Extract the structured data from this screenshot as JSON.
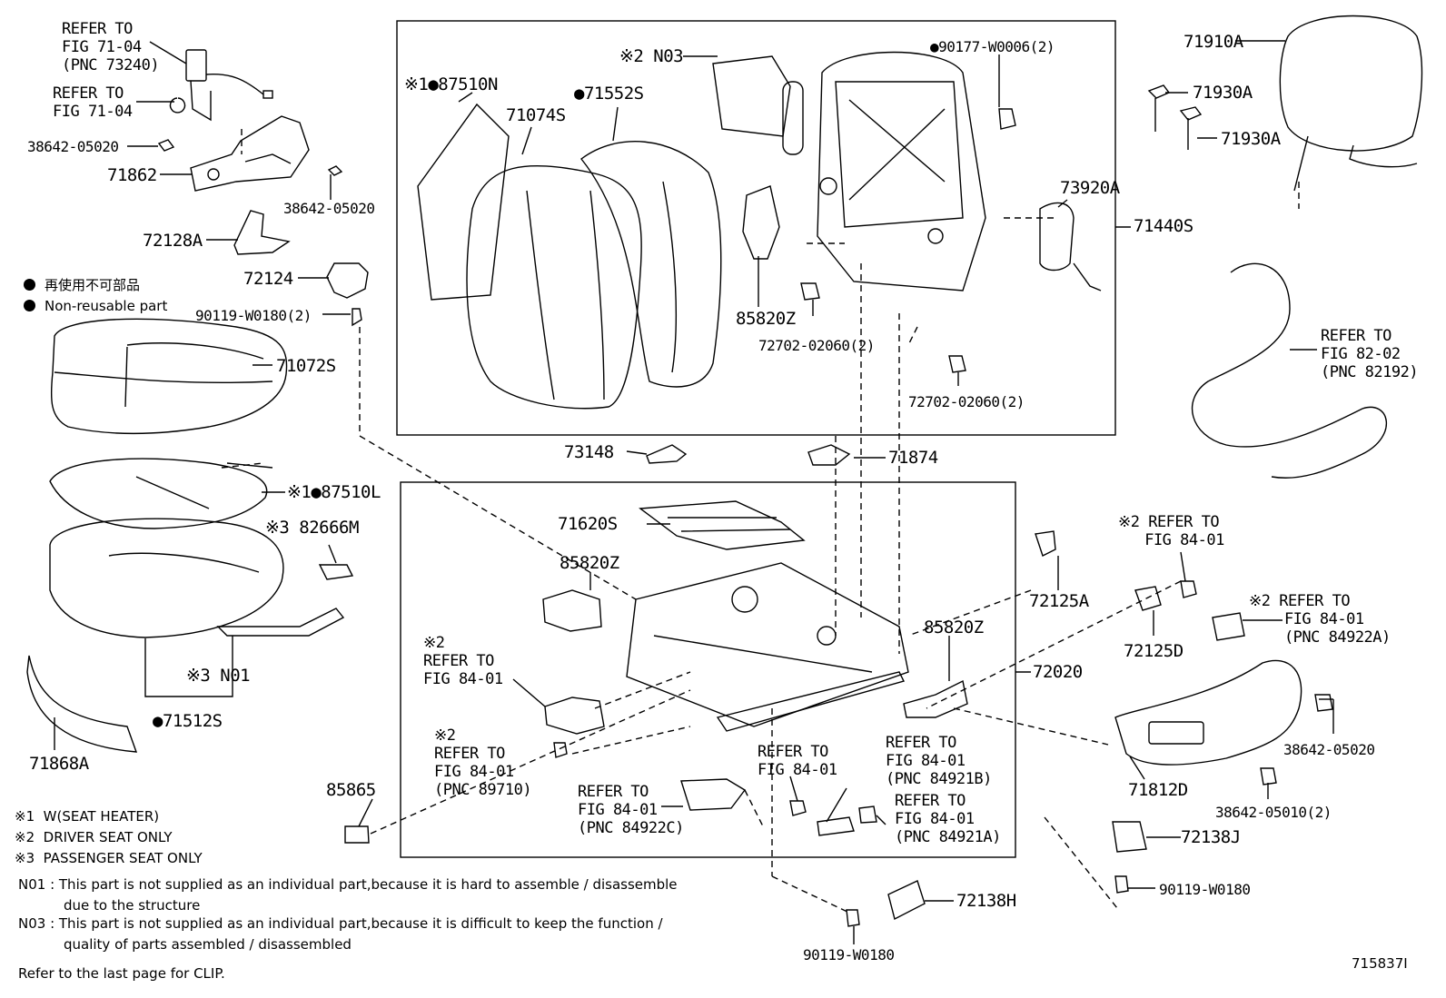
{
  "diagram_id": "715837I",
  "legend": {
    "jp": "再使用不可部品",
    "en": "Non-reusable part"
  },
  "notes": {
    "x1": "※1  W(SEAT HEATER)",
    "x2": "※2  DRIVER SEAT ONLY",
    "x3": "※3  PASSENGER SEAT ONLY",
    "n01_line1": "N01 : This part is not supplied as an individual part,because it is hard to assemble / disassemble",
    "n01_line2": "due to the structure",
    "n03_line1": "N03 : This part is not supplied as an individual part,because it is difficult to keep the function /",
    "n03_line2": "quality of parts assembled / disassembled",
    "clip": "Refer to the last page for CLIP."
  },
  "labels": {
    "ref_73240": "REFER TO\nFIG 71-04\n(PNC 73240)",
    "ref_7104": "REFER TO\nFIG 71-04",
    "p38642_05020_a": "38642-05020",
    "p71862": "71862",
    "p38642_05020_b": "38642-05020",
    "p72128A": "72128A",
    "p72124": "72124",
    "p90119_W0180_2": "90119-W0180(2)",
    "p71072S": "71072S",
    "p87510L": "※1●87510L",
    "p82666M": "※3 82666M",
    "pN01": "※3 N01",
    "p71512S": "●71512S",
    "p71868A": "71868A",
    "p87510N": "※1●87510N",
    "p71074S": "71074S",
    "p71552S": "●71552S",
    "pN03": "※2 N03",
    "p90177": "●90177-W0006(2)",
    "p73920A": "73920A",
    "p71440S": "71440S",
    "p85820Z_a": "85820Z",
    "p72702_a": "72702-02060(2)",
    "p72702_b": "72702-02060(2)",
    "p71910A": "71910A",
    "p71930A_a": "71930A",
    "p71930A_b": "71930A",
    "ref_82192": "REFER TO\nFIG 82-02\n(PNC 82192)",
    "p73148": "73148",
    "p71874": "71874",
    "p71620S": "71620S",
    "p85820Z_b": "85820Z",
    "p85820Z_c": "85820Z",
    "ref_8401_a": "※2\nREFER TO\nFIG 84-01",
    "ref_89710": "※2\nREFER TO\nFIG 84-01\n(PNC 89710)",
    "ref_8401_b": "REFER TO\nFIG 84-01",
    "ref_84921B": "REFER TO\nFIG 84-01\n(PNC 84921B)",
    "ref_84922C": "REFER TO\nFIG 84-01\n(PNC 84922C)",
    "ref_84921A": "REFER TO\nFIG 84-01\n(PNC 84921A)",
    "p85865": "85865",
    "p72125A": "72125A",
    "p72020": "72020",
    "ref_8401_c": "※2 REFER TO\n   FIG 84-01",
    "ref_84922A": "※2 REFER TO\n    FIG 84-01\n    (PNC 84922A)",
    "p72125D": "72125D",
    "p38642_05020_c": "38642-05020",
    "p71812D": "71812D",
    "p38642_05010": "38642-05010(2)",
    "p72138J": "72138J",
    "p90119_W0180_a": "90119-W0180",
    "p72138H": "72138H",
    "p90119_W0180_b": "90119-W0180"
  }
}
